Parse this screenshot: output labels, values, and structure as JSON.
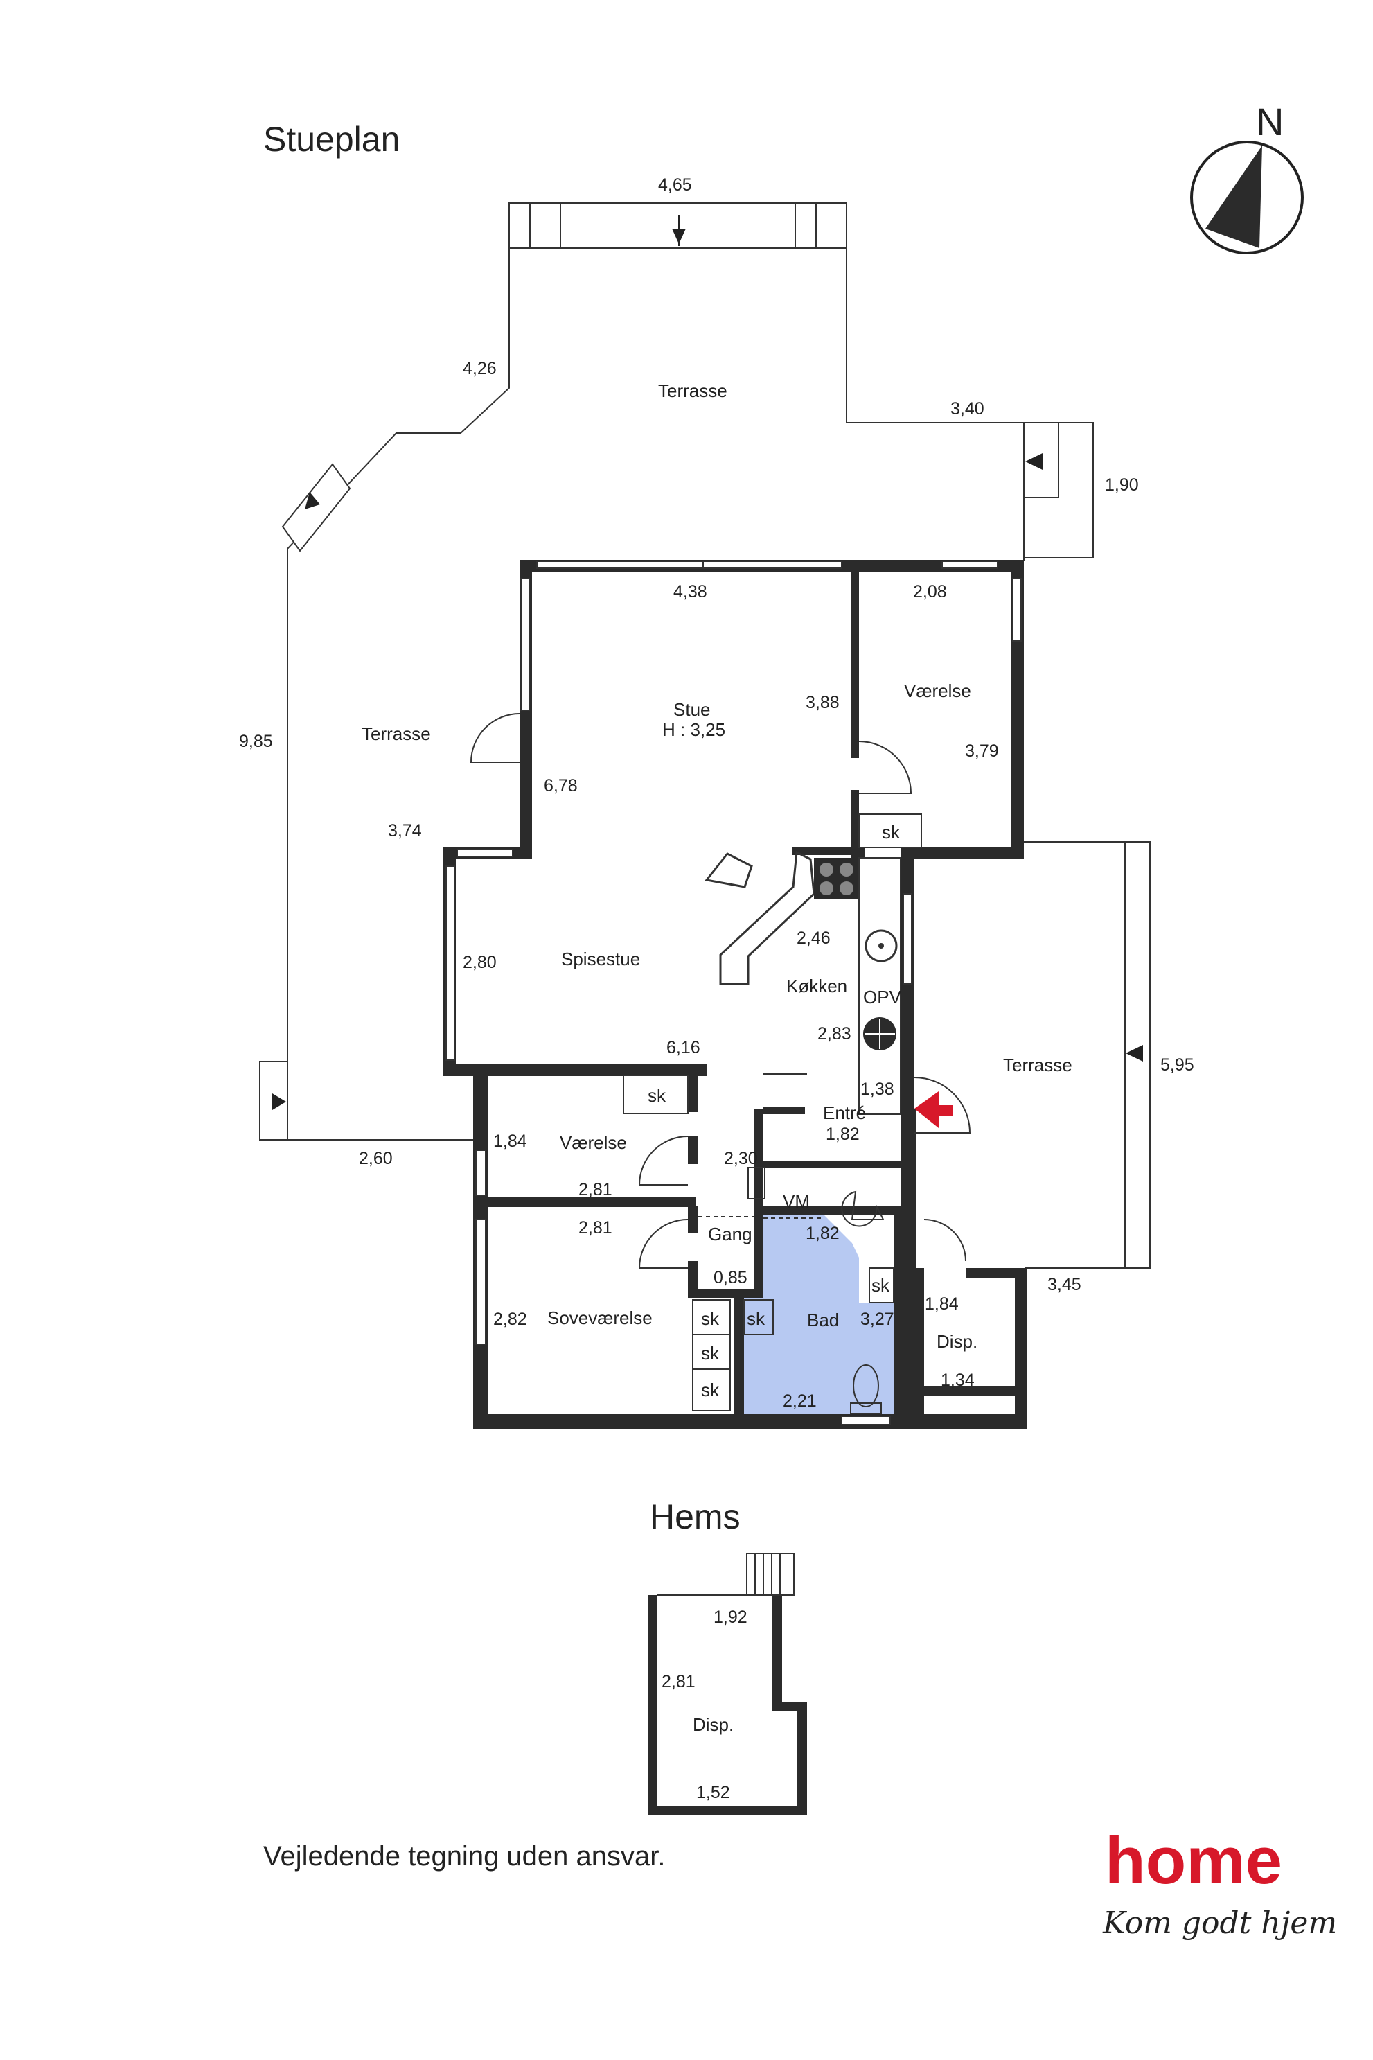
{
  "page": {
    "floor_ground_title": "Stueplan",
    "floor_loft_title": "Hems",
    "disclaimer": "Vejledende tegning uden ansvar.",
    "compass_label": "N",
    "brand": {
      "name": "home",
      "tagline": "Kom godt hjem",
      "color": "#d7182a"
    }
  },
  "rooms": {
    "terrasse_north": "Terrasse",
    "terrasse_west": "Terrasse",
    "terrasse_east": "Terrasse",
    "stue": "Stue",
    "stue_height": "H : 3,25",
    "vaerelse_ne": "Værelse",
    "spisestue": "Spisestue",
    "koekken": "Køkken",
    "opv": "OPV",
    "entre": "Entré",
    "vaerelse_sw": "Værelse",
    "gang": "Gang",
    "vm": "VM",
    "bad": "Bad",
    "sovevaerelse": "Soveværelse",
    "disp_ground": "Disp.",
    "disp_loft": "Disp.",
    "sk": "sk"
  },
  "dimensions": {
    "d_465": "4,65",
    "d_426": "4,26",
    "d_340": "3,40",
    "d_190": "1,90",
    "d_438": "4,38",
    "d_208": "2,08",
    "d_388": "3,88",
    "d_379": "3,79",
    "d_985": "9,85",
    "d_678": "6,78",
    "d_374": "3,74",
    "d_280": "2,80",
    "d_246": "2,46",
    "d_283": "2,83",
    "d_616": "6,16",
    "d_595": "5,95",
    "d_138": "1,38",
    "d_182a": "1,82",
    "d_184a": "1,84",
    "d_260": "2,60",
    "d_230": "2,30",
    "d_281a": "2,81",
    "d_281b": "2,81",
    "d_182b": "1,82",
    "d_085": "0,85",
    "d_327": "3,27",
    "d_184b": "1,84",
    "d_345": "3,45",
    "d_282": "2,82",
    "d_221": "2,21",
    "d_134": "1,34",
    "d_192": "1,92",
    "d_281c": "2,81",
    "d_152": "1,52"
  }
}
